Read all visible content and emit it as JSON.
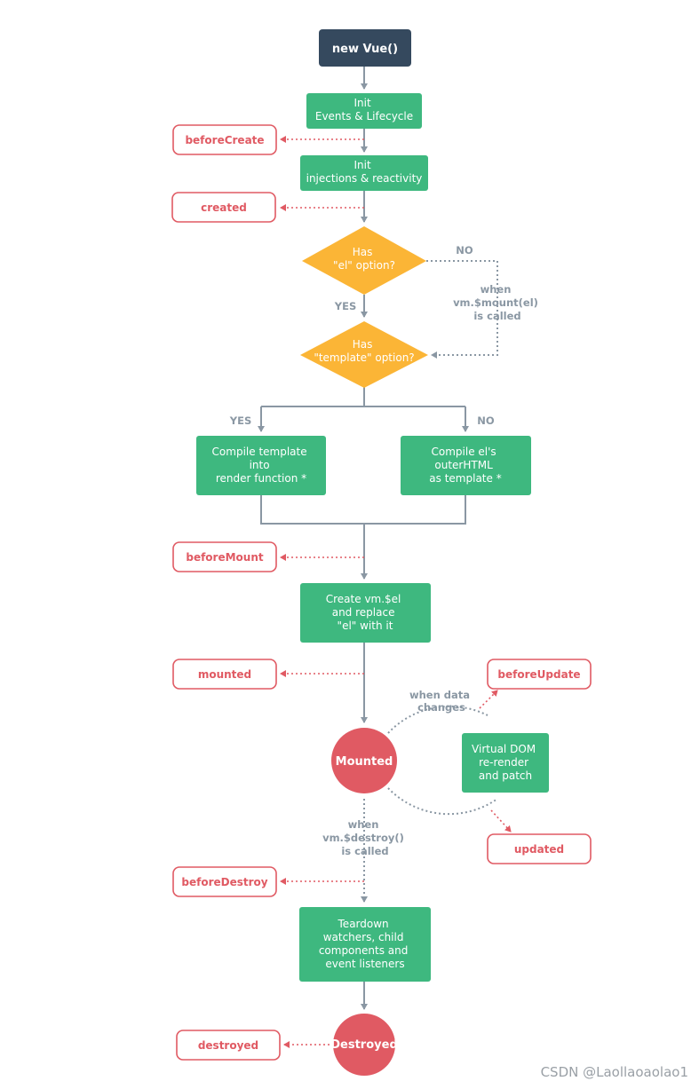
{
  "nodes": {
    "new_vue": "new Vue()",
    "init_events": [
      "Init",
      "Events & Lifecycle"
    ],
    "init_injections": [
      "Init",
      "injections & reactivity"
    ],
    "has_el": [
      "Has",
      "\"el\" option?"
    ],
    "has_template": [
      "Has",
      "\"template\" option?"
    ],
    "compile_template": [
      "Compile template",
      "into",
      "render function *"
    ],
    "compile_el": [
      "Compile el's",
      "outerHTML",
      "as template *"
    ],
    "create_el": [
      "Create vm.$el",
      "and replace",
      "\"el\" with it"
    ],
    "mounted_circle": "Mounted",
    "virtual_dom": [
      "Virtual DOM",
      "re-render",
      "and patch"
    ],
    "teardown": [
      "Teardown",
      "watchers, child",
      "components and",
      "event listeners"
    ],
    "destroyed_circle": "Destroyed"
  },
  "hooks": {
    "beforeCreate": "beforeCreate",
    "created": "created",
    "beforeMount": "beforeMount",
    "mounted": "mounted",
    "beforeUpdate": "beforeUpdate",
    "updated": "updated",
    "beforeDestroy": "beforeDestroy",
    "destroyed": "destroyed"
  },
  "labels": {
    "no_el": "NO",
    "when_mount": [
      "when",
      "vm.$mount(el)",
      "is called"
    ],
    "yes_el": "YES",
    "yes_template": "YES",
    "no_template": "NO",
    "when_data": [
      "when data",
      "changes"
    ],
    "when_destroy": [
      "when",
      "vm.$destroy()",
      "is called"
    ]
  },
  "colors": {
    "green": "#3eb87f",
    "dark": "#35495e",
    "yellow": "#fbb536",
    "red": "#e05a63",
    "line": "#8a97a3"
  },
  "watermark": "CSDN @Laollaoaolao1"
}
